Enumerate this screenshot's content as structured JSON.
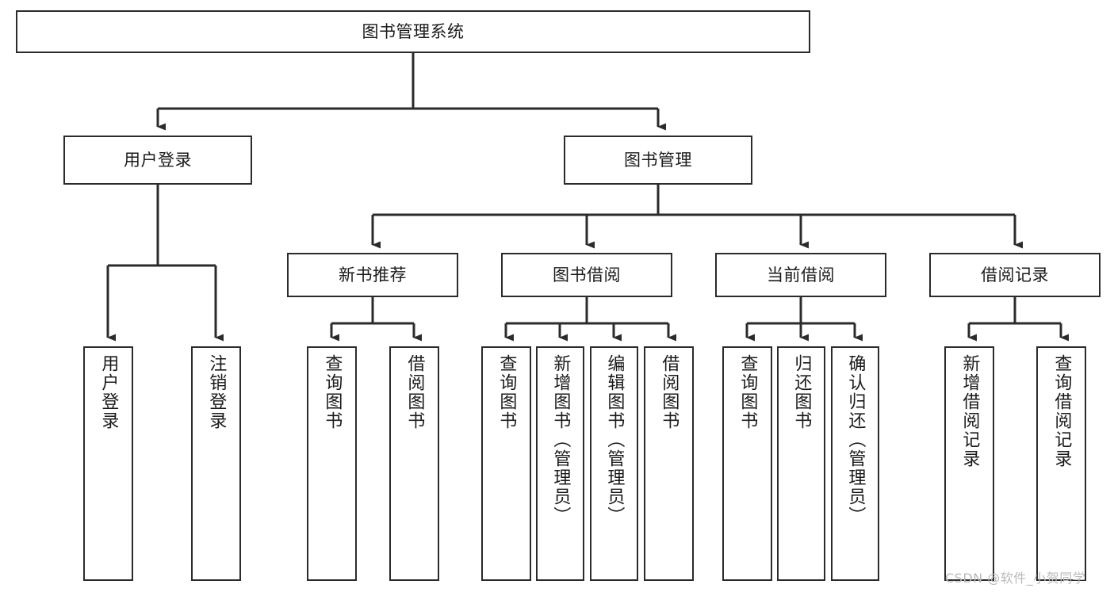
{
  "diagram": {
    "title": "图书管理系统",
    "type": "functional-structure-tree",
    "root": {
      "label": "图书管理系统"
    },
    "level2": [
      {
        "label": "用户登录"
      },
      {
        "label": "图书管理"
      }
    ],
    "level3": [
      {
        "label": "新书推荐"
      },
      {
        "label": "图书借阅"
      },
      {
        "label": "当前借阅"
      },
      {
        "label": "借阅记录"
      }
    ],
    "leaves": {
      "user_login": [
        {
          "label": "用户登录"
        },
        {
          "label": "注销登录"
        }
      ],
      "new_book_recommend": [
        {
          "label": "查询图书"
        },
        {
          "label": "借阅图书"
        }
      ],
      "book_borrow": [
        {
          "label": "查询图书"
        },
        {
          "label": "新增图书（管理员）"
        },
        {
          "label": "编辑图书（管理员）"
        },
        {
          "label": "借阅图书"
        }
      ],
      "current_borrow": [
        {
          "label": "查询图书"
        },
        {
          "label": "归还图书"
        },
        {
          "label": "确认归还（管理员）"
        }
      ],
      "borrow_record": [
        {
          "label": "新增借阅记录"
        },
        {
          "label": "查询借阅记录"
        }
      ]
    }
  },
  "watermark": {
    "text": "CSDN @软件_小贺同学"
  },
  "colors": {
    "box_border": "#2b2b2b",
    "box_fill": "#ffffff",
    "text": "#1b1b1b",
    "connector": "#2b2b2b",
    "watermark": "#b9b9b9",
    "background": "#ffffff"
  }
}
